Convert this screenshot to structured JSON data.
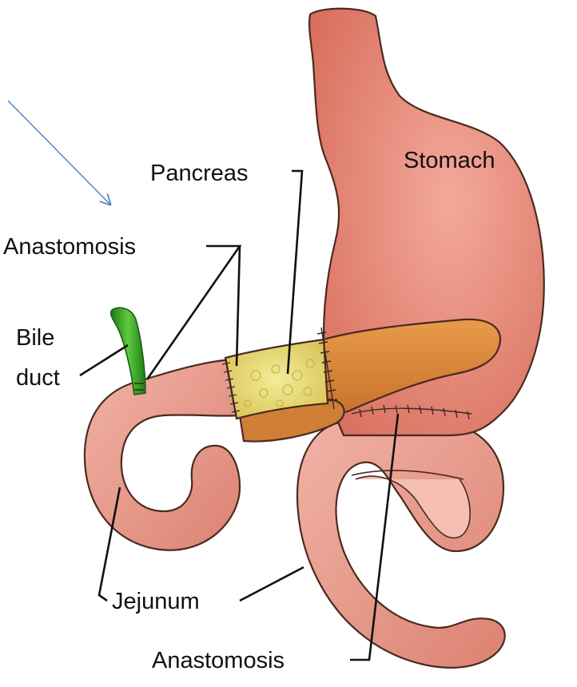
{
  "labels": {
    "stomach": "Stomach",
    "pancreas": "Pancreas",
    "anastomosis_top": "Anastomosis",
    "bile_line1": "Bile",
    "bile_line2": "duct",
    "jejunum": "Jejunum",
    "anastomosis_bottom": "Anastomosis"
  },
  "colors": {
    "stomach": "#e8897a",
    "intestine": "#e9a294",
    "pancreas_head": "#e9dd7a",
    "pancreas_body": "#d98a3c",
    "bile_duct": "#3fae2f",
    "pointer_arrow": "#4a7fc9"
  }
}
